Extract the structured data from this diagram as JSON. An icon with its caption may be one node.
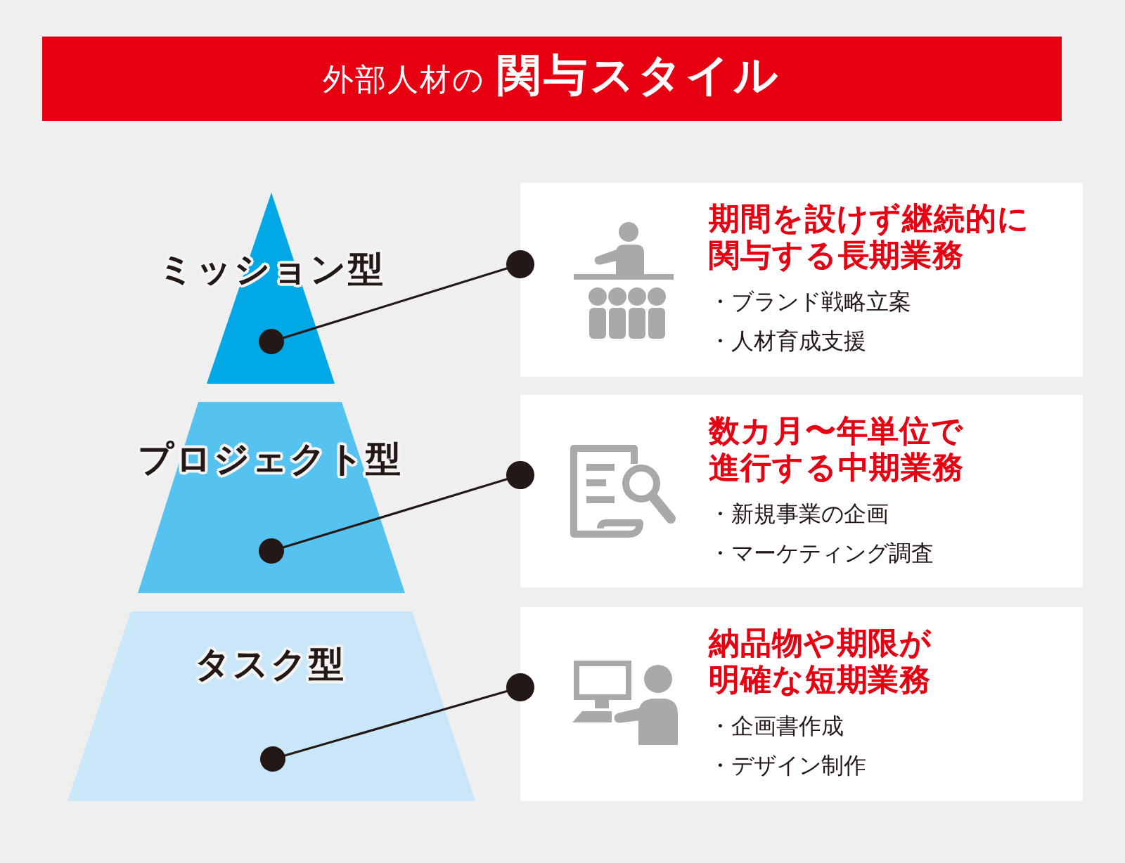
{
  "diagram": {
    "title": "外部人材の **関与スタイル**",
    "nodes": [
      {
        "text": [
          "ミッション型"
        ]
      },
      {
        "text": [
          "プロジェクト型"
        ]
      },
      {
        "text": [
          "タスク型"
        ]
      },
      {
        "text": [
          "期間を設けず継続的に関与する長期業務",
          "・ブランド戦略立案",
          "・人材育成支援"
        ]
      },
      {
        "text": [
          "数カ月〜年単位で進行する中期業務",
          "・新規事業の企画",
          "・マーケティング調査"
        ]
      },
      {
        "text": [
          "納品物や期限が明確な短期業務",
          "・企画書作成",
          "・デザイン制作"
        ]
      }
    ],
    "edges": [
      {
        "from": 0,
        "to": 3,
        "arrow": "other"
      },
      {
        "from": 1,
        "to": 4,
        "arrow": "other"
      },
      {
        "from": 2,
        "to": 5,
        "arrow": "other"
      }
    ]
  }
}
